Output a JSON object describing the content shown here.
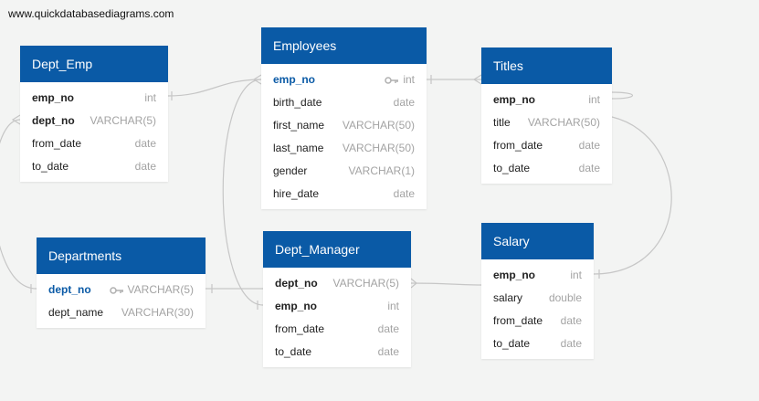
{
  "watermark": "www.quickdatabasediagrams.com",
  "tables": {
    "dept_emp": {
      "name": "Dept_Emp",
      "columns": [
        {
          "name": "emp_no",
          "type": "int"
        },
        {
          "name": "dept_no",
          "type": "VARCHAR(5)"
        },
        {
          "name": "from_date",
          "type": "date"
        },
        {
          "name": "to_date",
          "type": "date"
        }
      ]
    },
    "employees": {
      "name": "Employees",
      "columns": [
        {
          "name": "emp_no",
          "type": "int"
        },
        {
          "name": "birth_date",
          "type": "date"
        },
        {
          "name": "first_name",
          "type": "VARCHAR(50)"
        },
        {
          "name": "last_name",
          "type": "VARCHAR(50)"
        },
        {
          "name": "gender",
          "type": "VARCHAR(1)"
        },
        {
          "name": "hire_date",
          "type": "date"
        }
      ]
    },
    "titles": {
      "name": "Titles",
      "columns": [
        {
          "name": "emp_no",
          "type": "int"
        },
        {
          "name": "title",
          "type": "VARCHAR(50)"
        },
        {
          "name": "from_date",
          "type": "date"
        },
        {
          "name": "to_date",
          "type": "date"
        }
      ]
    },
    "departments": {
      "name": "Departments",
      "columns": [
        {
          "name": "dept_no",
          "type": "VARCHAR(5)"
        },
        {
          "name": "dept_name",
          "type": "VARCHAR(30)"
        }
      ]
    },
    "dept_manager": {
      "name": "Dept_Manager",
      "columns": [
        {
          "name": "dept_no",
          "type": "VARCHAR(5)"
        },
        {
          "name": "emp_no",
          "type": "int"
        },
        {
          "name": "from_date",
          "type": "date"
        },
        {
          "name": "to_date",
          "type": "date"
        }
      ]
    },
    "salary": {
      "name": "Salary",
      "columns": [
        {
          "name": "emp_no",
          "type": "int"
        },
        {
          "name": "salary",
          "type": "double"
        },
        {
          "name": "from_date",
          "type": "date"
        },
        {
          "name": "to_date",
          "type": "date"
        }
      ]
    }
  },
  "colors": {
    "header": "#0a5aa6",
    "connector": "#c4c4c4",
    "background": "#f3f4f3"
  },
  "icons": {
    "primary_key": "key-icon"
  }
}
